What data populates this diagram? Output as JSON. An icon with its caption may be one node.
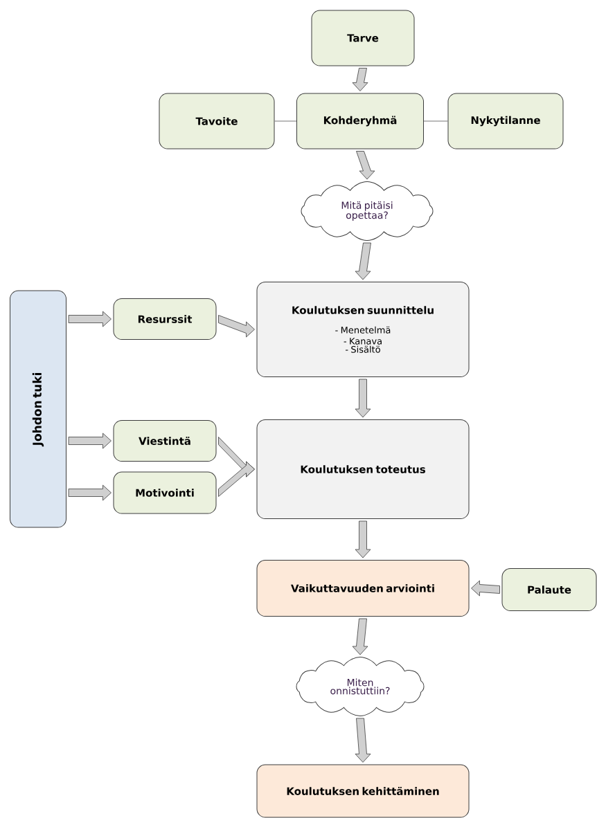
{
  "diagram": {
    "nodes": [
      {
        "text": [
          "Tarve"
        ]
      },
      {
        "text": [
          "Tavoite"
        ]
      },
      {
        "text": [
          "Kohderyhmä"
        ]
      },
      {
        "text": [
          "Nykytilanne"
        ]
      },
      {
        "text": [
          "Mitä pitäisi opettaa?"
        ]
      },
      {
        "text": [
          "Johdon tuki"
        ]
      },
      {
        "text": [
          "Resurssit"
        ]
      },
      {
        "text": [
          "Koulutuksen suunnittelu",
          "- Menetelmä",
          "- Kanava",
          "- Sisältö"
        ]
      },
      {
        "text": [
          "Viestintä"
        ]
      },
      {
        "text": [
          "Motivointi"
        ]
      },
      {
        "text": [
          "Koulutuksen toteutus"
        ]
      },
      {
        "text": [
          "Vaikuttavuuden arviointi"
        ]
      },
      {
        "text": [
          "Palaute"
        ]
      },
      {
        "text": [
          "Miten onnistuttiin?"
        ]
      },
      {
        "text": [
          "Koulutuksen kehittäminen"
        ]
      }
    ],
    "edges": [
      {
        "from": 0,
        "to": 2,
        "arrow": "to"
      },
      {
        "from": 1,
        "to": 2,
        "arrow": "none"
      },
      {
        "from": 2,
        "to": 3,
        "arrow": "none"
      },
      {
        "from": 2,
        "to": 4,
        "arrow": "to"
      },
      {
        "from": 4,
        "to": 7,
        "arrow": "to"
      },
      {
        "from": 5,
        "to": 6,
        "arrow": "to"
      },
      {
        "from": 6,
        "to": 7,
        "arrow": "to"
      },
      {
        "from": 5,
        "to": 8,
        "arrow": "to"
      },
      {
        "from": 8,
        "to": 10,
        "arrow": "to"
      },
      {
        "from": 5,
        "to": 9,
        "arrow": "to"
      },
      {
        "from": 9,
        "to": 10,
        "arrow": "to"
      },
      {
        "from": 7,
        "to": 10,
        "arrow": "to"
      },
      {
        "from": 10,
        "to": 11,
        "arrow": "to"
      },
      {
        "from": 12,
        "to": 11,
        "arrow": "to"
      },
      {
        "from": 11,
        "to": 13,
        "arrow": "to"
      },
      {
        "from": 13,
        "to": 14,
        "arrow": "to"
      }
    ]
  }
}
